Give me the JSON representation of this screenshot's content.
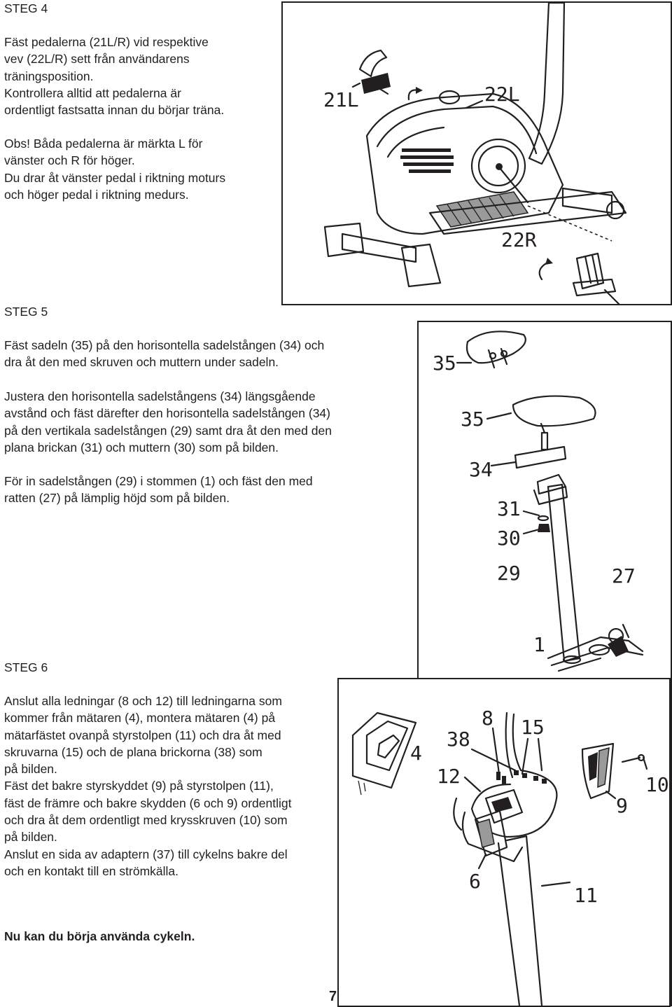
{
  "step4": {
    "heading": "STEG 4",
    "para1": "Fäst pedalerna (21L/R) vid respektive\nvev (22L/R) sett från användarens\nträningsposition.\nKontrollera alltid att pedalerna är\nordentligt fastsatta innan du börjar träna.",
    "para2": "Obs! Båda pedalerna är märkta L för\nvänster och R för höger.\nDu drar åt vänster pedal i riktning moturs\noch höger pedal i riktning medurs.",
    "figure_labels": {
      "pedal_left": "21L",
      "crank_left": "22L",
      "crank_right": "22R"
    }
  },
  "step5": {
    "heading": "STEG 5",
    "para1": "Fäst sadeln (35) på den horisontella sadelstången (34) och\ndra åt den med skruven och muttern under sadeln.",
    "para2": "Justera den horisontella sadelstångens (34) längsgående\navstånd och fäst därefter den horisontella sadelstången (34)\npå den vertikala sadelstången (29) samt dra åt den med den\nplana brickan (31) och muttern (30) som på bilden.",
    "para3": "För in sadelstången (29) i stommen (1) och fäst den med\nratten (27) på lämplig höjd som på bilden.",
    "figure_labels": {
      "saddle_top": "35",
      "saddle": "35",
      "slider": "34",
      "washer": "31",
      "nut": "30",
      "seat_post": "29",
      "knob": "27",
      "frame": "1"
    }
  },
  "step6": {
    "heading": "STEG 6",
    "para1": "Anslut alla ledningar (8 och 12) till ledningarna som\nkommer från mätaren (4), montera mätaren (4) på\nmätarfästet ovanpå styrstolpen (11) och dra åt med\nskruvarna (15) och de plana brickorna (38) som\npå bilden.\nFäst det bakre styrskyddet (9) på styrstolpen (11),\nfäst de främre och bakre skydden (6 och 9) ordentligt\noch dra åt dem ordentligt med krysskruven (10) som\npå bilden.\nAnslut en sida av adaptern (37) till cykelns bakre del\noch en kontakt till en strömkälla.",
    "figure_labels": {
      "console": "4",
      "wire_a": "8",
      "washer": "38",
      "screw": "15",
      "wire_b": "12",
      "bolt": "10",
      "rear_cover": "9",
      "front_cover": "6",
      "post": "11"
    }
  },
  "footer": {
    "final_note": "Nu kan du börja använda cykeln.",
    "page_number": "7"
  }
}
